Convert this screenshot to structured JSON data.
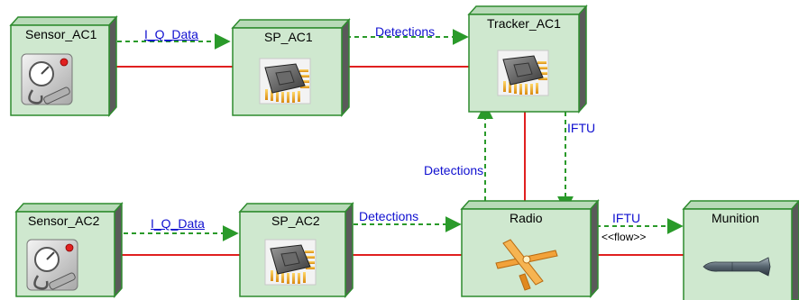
{
  "nodes": {
    "sensor_ac1": "Sensor_AC1",
    "sp_ac1": "SP_AC1",
    "tracker_ac1": "Tracker_AC1",
    "sensor_ac2": "Sensor_AC2",
    "sp_ac2": "SP_AC2",
    "radio": "Radio",
    "munition": "Munition"
  },
  "flows": {
    "iq_data_1": "I_Q_Data",
    "detections_1": "Detections",
    "iftu_1": "IFTU",
    "detections_2": "Detections",
    "iq_data_2": "I_Q_Data",
    "detections_3": "Detections",
    "iftu_2": "IFTU",
    "flow_stereotype": "<<flow>>"
  },
  "colors": {
    "node_face": "#cfe8cf",
    "node_top": "#b8dab8",
    "node_side": "#5a5a5a",
    "node_border": "#2e8b2e",
    "link_red": "#e02020",
    "flow_green": "#2a9a2a",
    "flow_label": "#1010d0"
  },
  "icons": {
    "sensor_ac1": "sensor-gauge-icon",
    "sp_ac1": "processor-chip-icon",
    "tracker_ac1": "processor-chip-icon",
    "sensor_ac2": "sensor-gauge-icon",
    "sp_ac2": "processor-chip-icon",
    "radio": "antenna-icon",
    "munition": "missile-icon"
  }
}
